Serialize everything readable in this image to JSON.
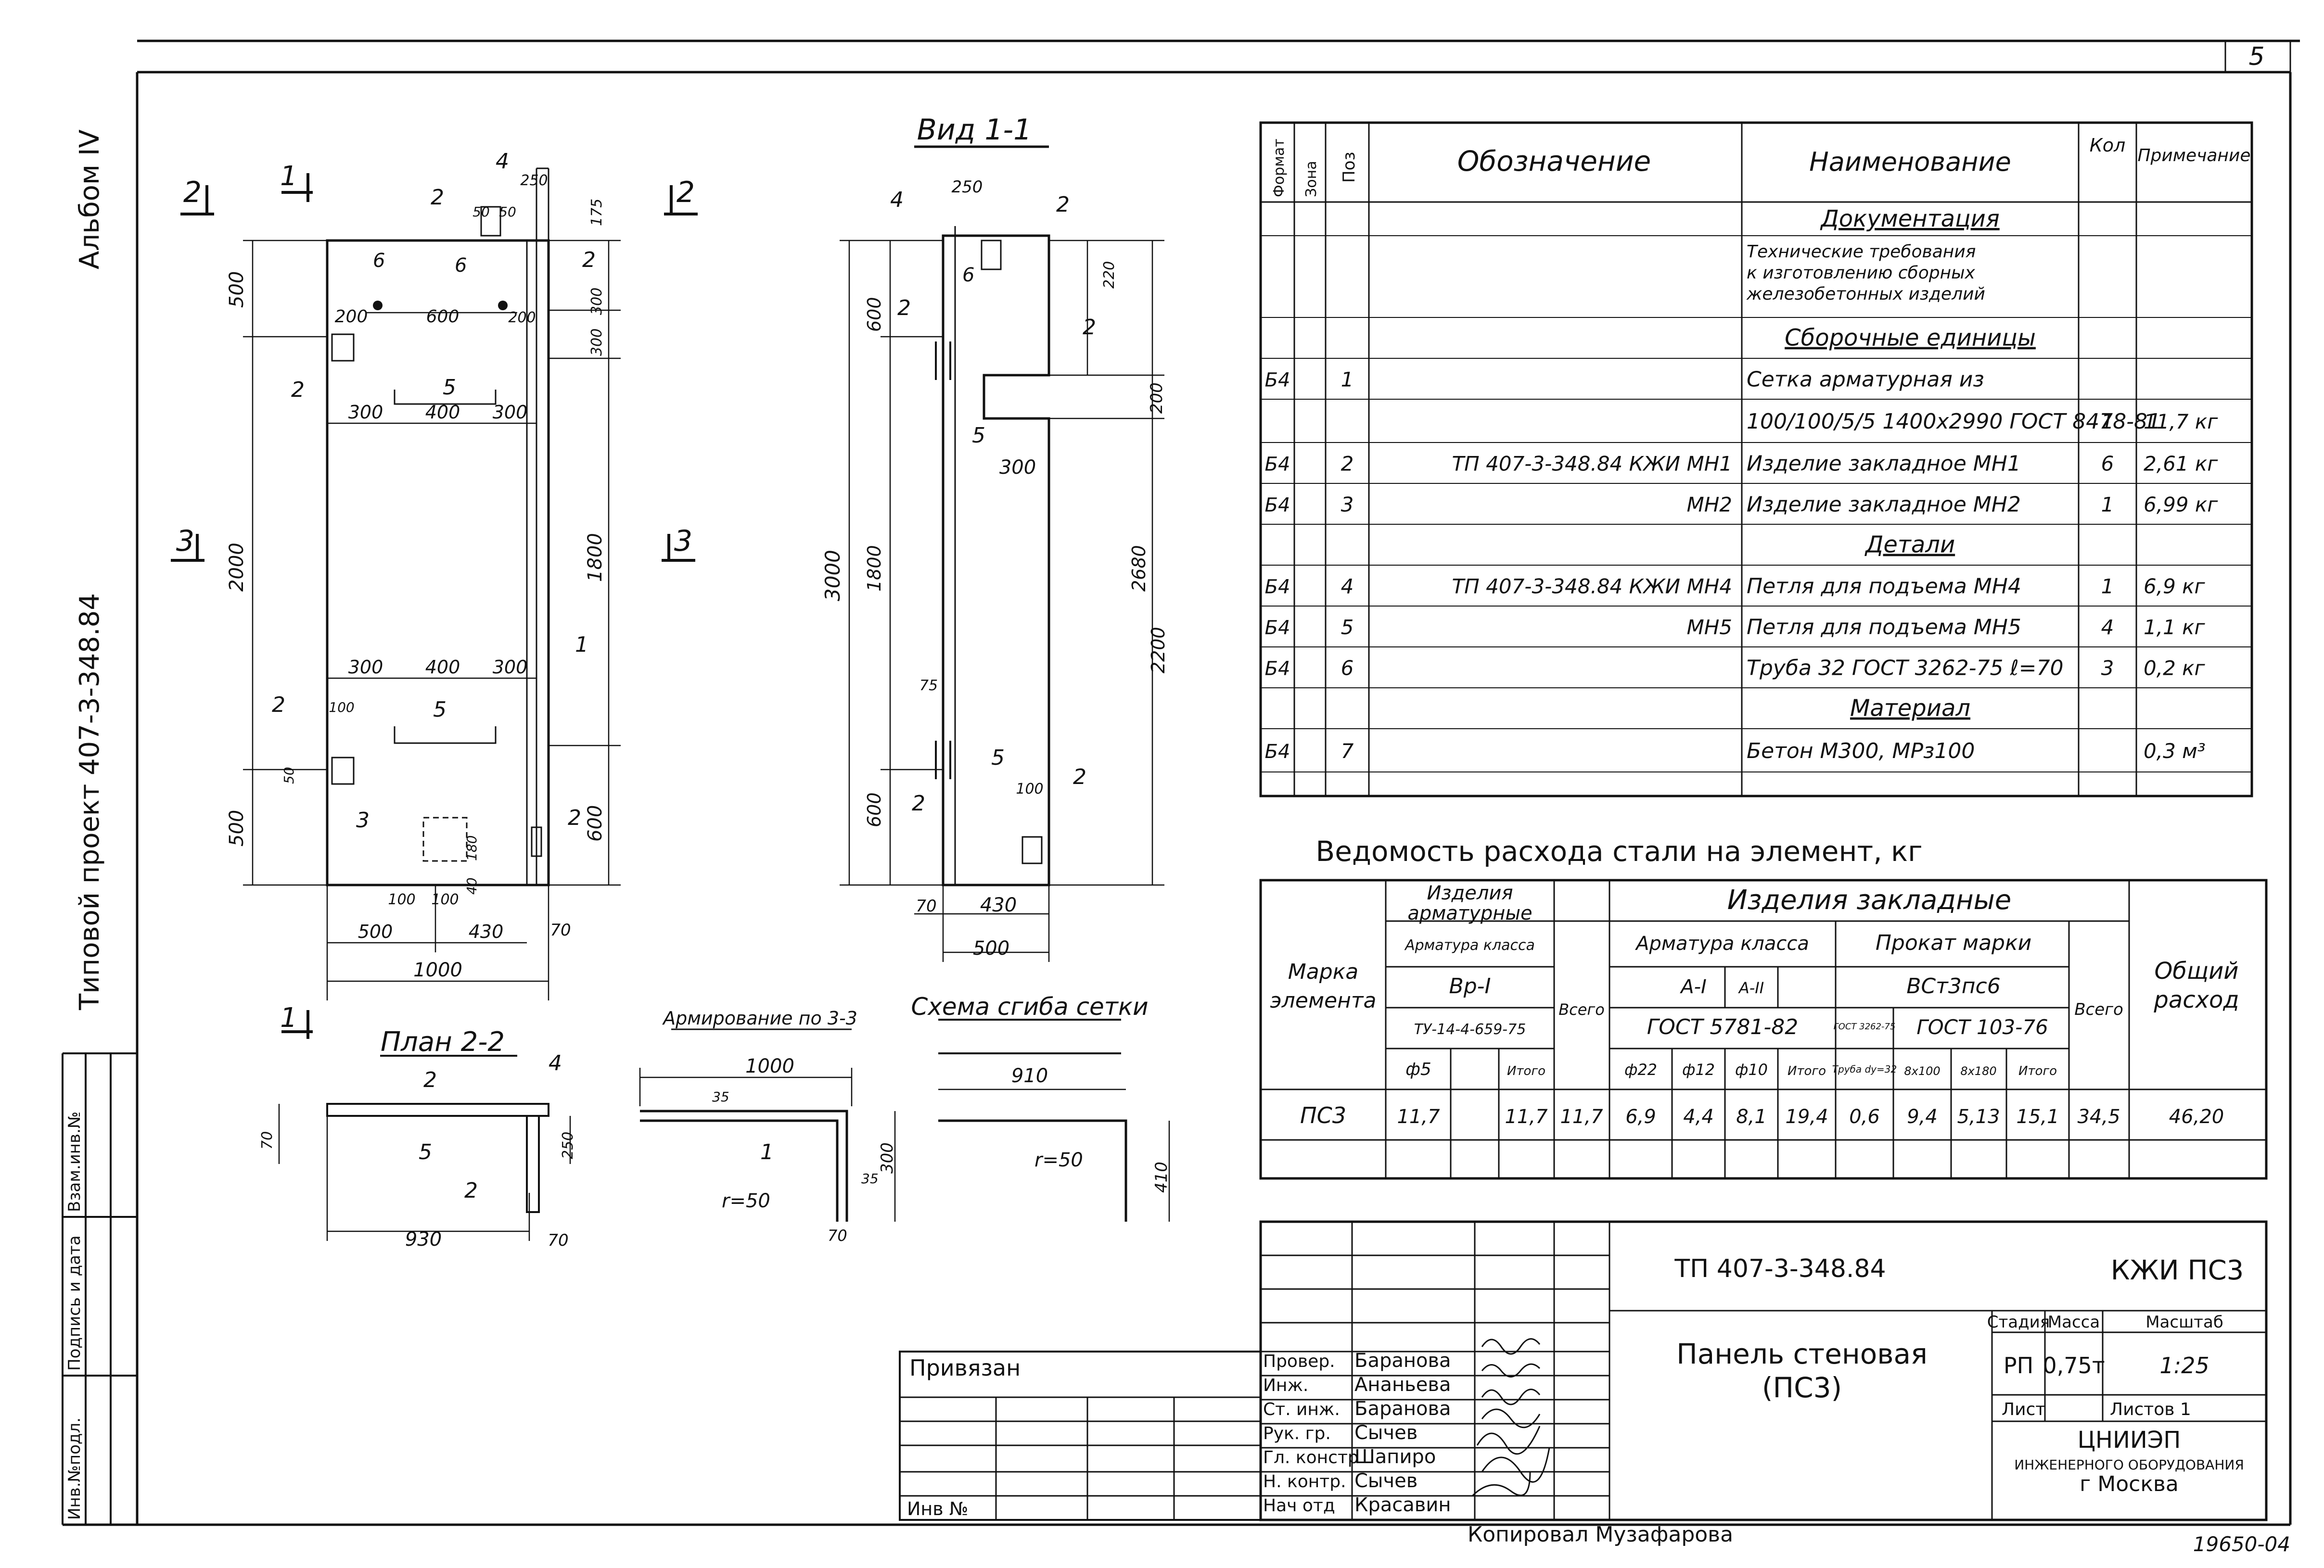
{
  "sheet": {
    "number": "5",
    "album": "Альбом IV",
    "project": "Типовой проект 407-3-348.84",
    "inventory": "19650-04",
    "copied_by": "Копировал Музафарова"
  },
  "side_strip": [
    "Инв.№подл.",
    "Подпись и дата",
    "Взам.инв.№"
  ],
  "drawing": {
    "view_title": "Вид 1-1",
    "plan_title": "План 2-2",
    "reinf_title": "Армирование по 3-3",
    "bend_title": "Схема сгиба сетки",
    "front_dims": {
      "top_left": "500",
      "mid": "2000",
      "bot": "500",
      "width": "1000",
      "right_mid": "1800",
      "right_bot": "600",
      "d1": "200",
      "d2": "600",
      "d3": "300",
      "d4": "400",
      "d5": "300",
      "d6": "500",
      "d7": "430",
      "d8": "70",
      "d9": "100",
      "d10": "100",
      "d11": "40",
      "d12": "180",
      "d13": "250",
      "d14": "50",
      "d15": "175",
      "d16": "300",
      "d17": "100",
      "d18": "50"
    },
    "section_dims": {
      "h": "3000",
      "h1": "600",
      "h2": "1800",
      "h3": "600",
      "r1": "2680",
      "r2": "2200",
      "r3": "200",
      "w1": "250",
      "w2": "300",
      "w3": "430",
      "w4": "500",
      "w5": "70",
      "d1": "220",
      "d2": "75",
      "d3": "100"
    },
    "plan_dims": {
      "a": "930",
      "b": "70",
      "c": "250",
      "d": "70"
    },
    "reinf_dims": {
      "a": "1000",
      "b": "300",
      "c": "35",
      "r": "r=50",
      "e": "70"
    },
    "bend_dims": {
      "a": "910",
      "b": "410",
      "r": "r=50"
    },
    "section_marks": [
      "1",
      "2",
      "3"
    ],
    "position_marks": [
      "1",
      "2",
      "3",
      "4",
      "5",
      "6"
    ]
  },
  "spec": {
    "headers": {
      "format": "Формат",
      "zone": "Зона",
      "pos": "Поз",
      "designation": "Обозначение",
      "name": "Наименование",
      "qty": "Кол",
      "note": "Примечание"
    },
    "rows": [
      {
        "format": "",
        "pos": "",
        "designation": "",
        "name": "Документация",
        "qty": "",
        "note": "",
        "heading": true
      },
      {
        "format": "",
        "pos": "",
        "designation": "",
        "name": "Технические требования к изготовлению сборных железобетонных изделий",
        "qty": "",
        "note": "",
        "multi": true
      },
      {
        "format": "",
        "pos": "",
        "designation": "",
        "name": "Сборочные единицы",
        "qty": "",
        "note": "",
        "heading": true
      },
      {
        "format": "Б4",
        "pos": "1",
        "designation": "",
        "name": "Сетка арматурная из",
        "qty": "",
        "note": ""
      },
      {
        "format": "",
        "pos": "",
        "designation": "",
        "name": "100/100/5/5 1400x2990 ГОСТ 8478-81",
        "qty": "1",
        "note": "11,7 кг"
      },
      {
        "format": "Б4",
        "pos": "2",
        "designation": "ТП 407-3-348.84 КЖИ МН1",
        "name": "Изделие закладное МН1",
        "qty": "6",
        "note": "2,61 кг"
      },
      {
        "format": "Б4",
        "pos": "3",
        "designation": "МН2",
        "name": "Изделие закладное МН2",
        "qty": "1",
        "note": "6,99 кг"
      },
      {
        "format": "",
        "pos": "",
        "designation": "",
        "name": "Детали",
        "qty": "",
        "note": "",
        "heading": true
      },
      {
        "format": "Б4",
        "pos": "4",
        "designation": "ТП 407-3-348.84 КЖИ МН4",
        "name": "Петля для подъема МН4",
        "qty": "1",
        "note": "6,9 кг"
      },
      {
        "format": "Б4",
        "pos": "5",
        "designation": "МН5",
        "name": "Петля для подъема МН5",
        "qty": "4",
        "note": "1,1 кг"
      },
      {
        "format": "Б4",
        "pos": "6",
        "designation": "",
        "name": "Труба 32 ГОСТ 3262-75 ℓ=70",
        "qty": "3",
        "note": "0,2 кг"
      },
      {
        "format": "",
        "pos": "",
        "designation": "",
        "name": "Материал",
        "qty": "",
        "note": "",
        "heading": true
      },
      {
        "format": "Б4",
        "pos": "7",
        "designation": "",
        "name": "Бетон М300, МРз100",
        "qty": "",
        "note": "0,3 м³"
      }
    ]
  },
  "steel": {
    "title": "Ведомость расхода стали на элемент, кг",
    "mark_header": "Марка элемента",
    "reinf_header": "Изделия арматурные",
    "embed_header": "Изделия закладные",
    "total_header": "Общий расход",
    "arm_class": "Арматура класса",
    "vr": "Вр-I",
    "ty": "ТУ-14-4-659-75",
    "phi5": "ф5",
    "itogo": "Итого",
    "vsego": "Всего",
    "a1": "А-I",
    "a2": "А-II",
    "gost5781": "ГОСТ 5781-82",
    "prokat": "Прокат марки",
    "vst": "ВСт3пс6",
    "gost3262": "ГОСТ 3262-75",
    "gost103": "ГОСТ 103-76",
    "phi22": "ф22",
    "phi12": "ф12",
    "phi10": "ф10",
    "truba": "Труба dу=32",
    "s8x100": "8x100",
    "s8x180": "8x180",
    "row": [
      "ПС3",
      "11,7",
      "",
      "11,7",
      "11,7",
      "6,9",
      "4,4",
      "8,1",
      "19,4",
      "0,6",
      "9,4",
      "5,13",
      "15,1",
      "34,5",
      "46,20"
    ]
  },
  "title_block": {
    "code": "ТП 407-3-348.84",
    "kzhi": "КЖИ ПС3",
    "name": "Панель стеновая",
    "name2": "(ПС3)",
    "stage_h": "Стадия",
    "mass_h": "Масса",
    "scale_h": "Масштаб",
    "stage": "РП",
    "mass": "0,75т",
    "scale": "1:25",
    "sheet_h": "Лист",
    "sheets_h": "Листов 1",
    "org1": "ЦНИИЭП",
    "org2": "ИНЖЕНЕРНОГО ОБОРУДОВАНИЯ",
    "org3": "г Москва",
    "privyazan": "Привязан",
    "inv": "Инв №",
    "people": [
      {
        "role": "Провер.",
        "name": "Баранова"
      },
      {
        "role": "Инж.",
        "name": "Ананьева"
      },
      {
        "role": "Ст. инж.",
        "name": "Баранова"
      },
      {
        "role": "Рук. гр.",
        "name": "Сычев"
      },
      {
        "role": "Гл. констр",
        "name": "Шапиро"
      },
      {
        "role": "Н. контр.",
        "name": "Сычев"
      },
      {
        "role": "Нач отд",
        "name": "Красавин"
      }
    ]
  }
}
